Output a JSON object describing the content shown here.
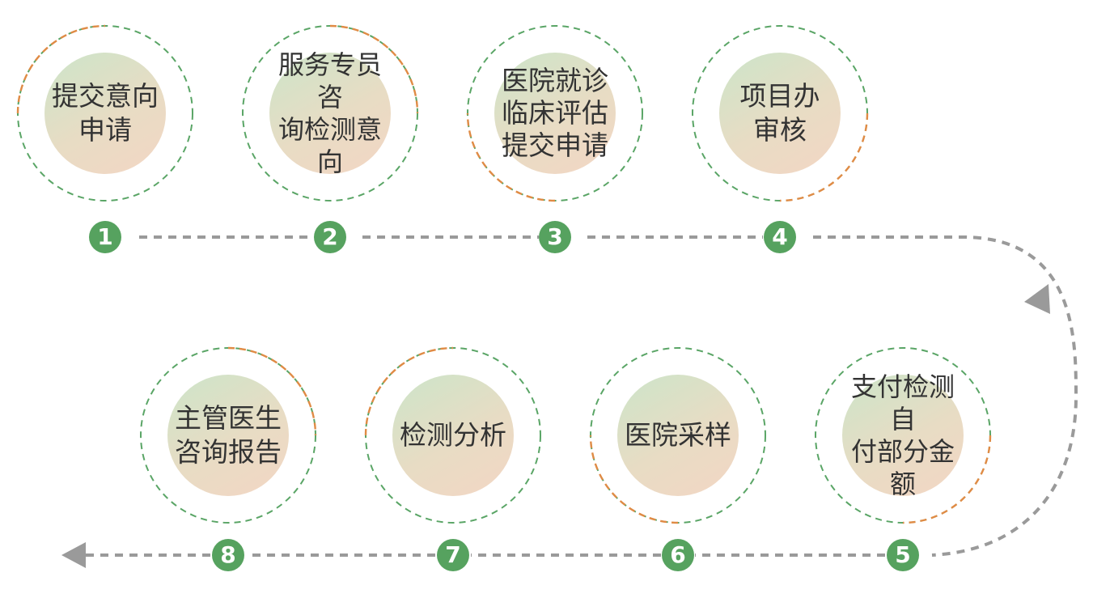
{
  "colors": {
    "badge": "#56a25f",
    "ring_green": "#5aa566",
    "ring_orange": "#e08b45",
    "connector": "#9a9a9a",
    "text": "#333333",
    "disc_gradient": [
      "#cce5c9",
      "#e8dcc4",
      "#f3d6c4"
    ]
  },
  "steps": [
    {
      "number": "1",
      "label": "提交意向\n申请"
    },
    {
      "number": "2",
      "label": "服务专员咨\n询检测意向"
    },
    {
      "number": "3",
      "label": "医院就诊\n临床评估\n提交申请"
    },
    {
      "number": "4",
      "label": "项目办\n审核"
    },
    {
      "number": "5",
      "label": "支付检测自\n付部分金额"
    },
    {
      "number": "6",
      "label": "医院采样"
    },
    {
      "number": "7",
      "label": "检测分析"
    },
    {
      "number": "8",
      "label": "主管医生\n咨询报告"
    }
  ]
}
